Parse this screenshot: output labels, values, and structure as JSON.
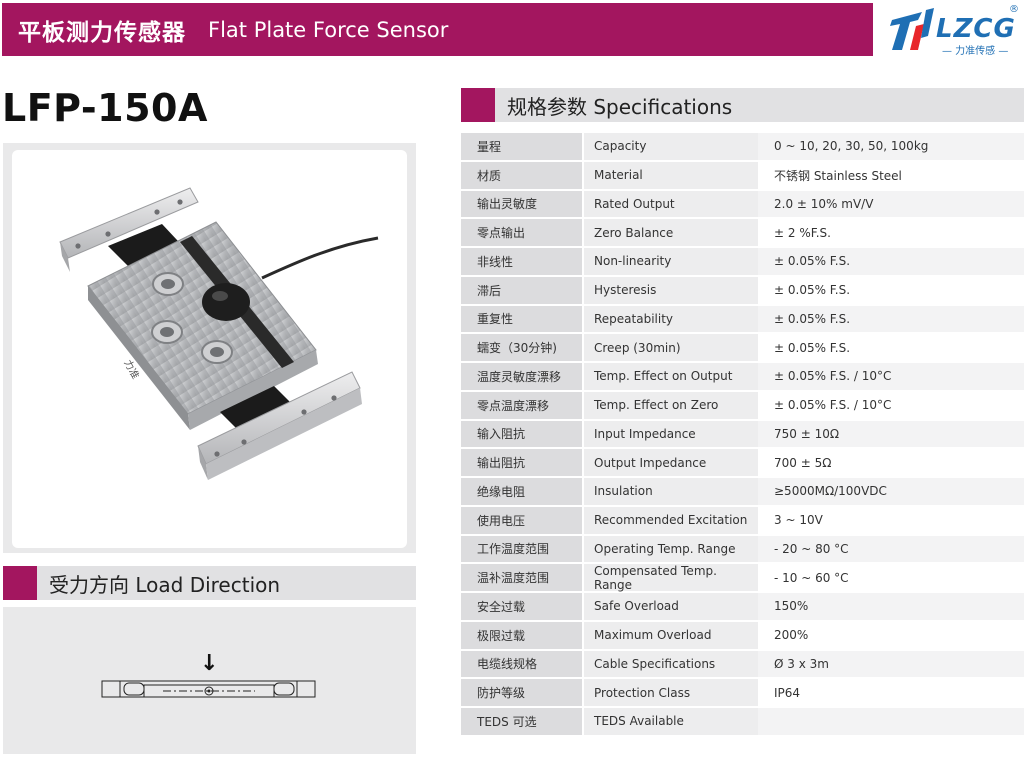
{
  "header": {
    "title_cn": "平板测力传感器",
    "title_en": "Flat Plate Force Sensor"
  },
  "logo": {
    "brand": "LZCG",
    "registered": "®",
    "subtitle": "— 力准传感 —"
  },
  "product": {
    "model": "LFP-150A",
    "plate_engraving": "力准"
  },
  "specifications": {
    "heading": "规格参数 Specifications",
    "rows": [
      {
        "cn": "量程",
        "en": "Capacity",
        "value": "0 ~ 10, 20, 30, 50, 100kg"
      },
      {
        "cn": "材质",
        "en": "Material",
        "value": "不锈钢 Stainless Steel"
      },
      {
        "cn": "输出灵敏度",
        "en": "Rated Output",
        "value": "2.0 ± 10% mV/V"
      },
      {
        "cn": "零点输出",
        "en": "Zero Balance",
        "value": "± 2 %F.S."
      },
      {
        "cn": "非线性",
        "en": "Non-linearity",
        "value": "± 0.05% F.S."
      },
      {
        "cn": "滞后",
        "en": "Hysteresis",
        "value": "± 0.05% F.S."
      },
      {
        "cn": "重复性",
        "en": "Repeatability",
        "value": "± 0.05% F.S."
      },
      {
        "cn": "蠕变（30分钟)",
        "en": "Creep (30min)",
        "value": "± 0.05% F.S."
      },
      {
        "cn": "温度灵敏度漂移",
        "en": "Temp. Effect on Output",
        "value": "± 0.05% F.S. / 10°C"
      },
      {
        "cn": "零点温度漂移",
        "en": "Temp. Effect on Zero",
        "value": "± 0.05% F.S. / 10°C"
      },
      {
        "cn": "输入阻抗",
        "en": "Input Impedance",
        "value": "750 ± 10Ω"
      },
      {
        "cn": "输出阻抗",
        "en": "Output Impedance",
        "value": "700 ± 5Ω"
      },
      {
        "cn": "绝缘电阻",
        "en": "Insulation",
        "value": "≥5000MΩ/100VDC"
      },
      {
        "cn": "使用电压",
        "en": "Recommended Excitation",
        "value": "3 ~ 10V"
      },
      {
        "cn": "工作温度范围",
        "en": "Operating Temp. Range",
        "value": "- 20 ~ 80 °C"
      },
      {
        "cn": "温补温度范围",
        "en": "Compensated Temp. Range",
        "value": "- 10 ~ 60 °C"
      },
      {
        "cn": "安全过载",
        "en": "Safe Overload",
        "value": "150%"
      },
      {
        "cn": "极限过载",
        "en": "Maximum Overload",
        "value": "200%"
      },
      {
        "cn": "电缆线规格",
        "en": "Cable Specifications",
        "value": "Ø 3 x 3m"
      },
      {
        "cn": "防护等级",
        "en": "Protection Class",
        "value": "IP64"
      },
      {
        "cn": "TEDS 可选",
        "en": "TEDS Available",
        "value": ""
      }
    ]
  },
  "load_direction": {
    "heading": "受力方向 Load Direction",
    "arrow": "↓"
  },
  "colors": {
    "brand": "#a3165f",
    "logo_blue": "#1f6fb4"
  }
}
